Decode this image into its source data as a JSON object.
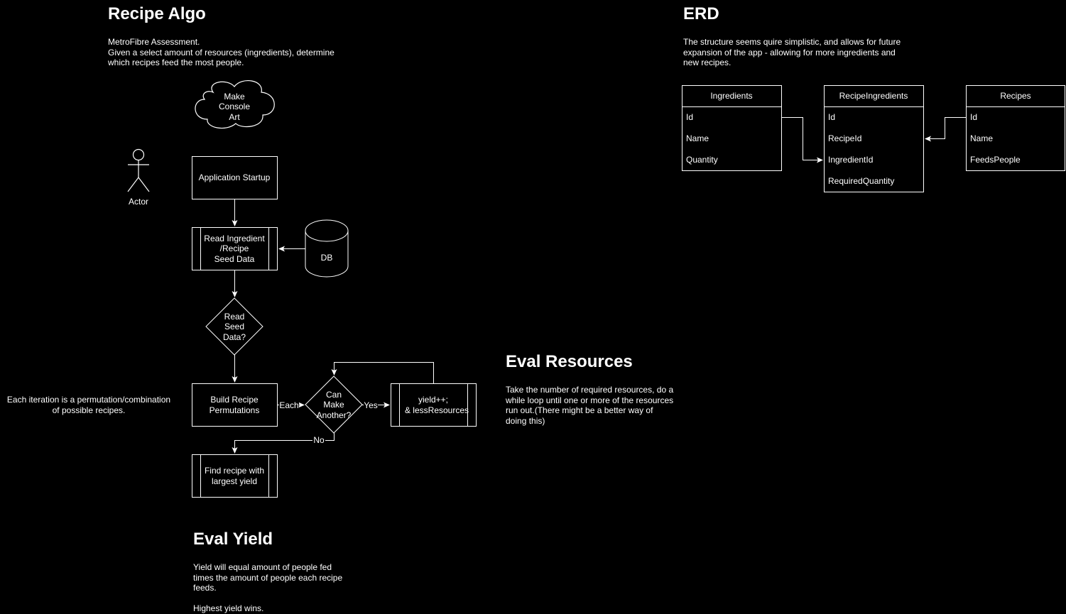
{
  "recipe_algo": {
    "title": "Recipe Algo",
    "description": [
      "MetroFibre Assessment.",
      "Given a select amount of resources (ingredients), determine",
      "which recipes feed the most people."
    ]
  },
  "erd_section": {
    "title": "ERD",
    "description": [
      "The structure seems quire simplistic, and allows for future",
      "expansion of the app - allowing for more ingredients and",
      "new recipes."
    ]
  },
  "eval_resources": {
    "title": "Eval Resources",
    "description": [
      "Take the number of required resources, do a",
      "while loop until one or more of the resources",
      "run out.(There might be a better way of",
      "doing this)"
    ]
  },
  "eval_yield": {
    "title": "Eval Yield",
    "description": [
      "Yield will equal amount of people fed",
      "times the amount of people each recipe",
      "feeds.",
      "",
      "Highest yield wins."
    ]
  },
  "iteration_note": [
    "Each iteration is a permutation/combination",
    "of possible recipes."
  ],
  "flow": {
    "cloud": [
      "Make",
      "Console",
      "Art"
    ],
    "actor": "Actor",
    "startup": [
      "Application Startup"
    ],
    "read_seed": [
      "Read Ingredient",
      "/Recipe",
      "Seed Data"
    ],
    "db": "DB",
    "decision_seed": [
      "Read",
      "Seed",
      "Data?"
    ],
    "build": [
      "Build Recipe",
      "Permutations"
    ],
    "decision_make": [
      "Can",
      "Make",
      "Another?"
    ],
    "yield_box": [
      "yield++;",
      "& lessResources"
    ],
    "find": [
      "Find recipe with",
      "largest yield"
    ],
    "edge_each": "Each",
    "edge_yes": "Yes",
    "edge_no": "No"
  },
  "erd": {
    "tables": [
      {
        "name": "Ingredients",
        "fields": [
          "Id",
          "Name",
          "Quantity"
        ]
      },
      {
        "name": "RecipeIngredients",
        "fields": [
          "Id",
          "RecipeId",
          "IngredientId",
          "RequiredQuantity"
        ]
      },
      {
        "name": "Recipes",
        "fields": [
          "Id",
          "Name",
          "FeedsPeople"
        ]
      }
    ]
  },
  "colors": {
    "background": "#000000",
    "stroke": "#ffffff",
    "text": "#ffffff"
  }
}
